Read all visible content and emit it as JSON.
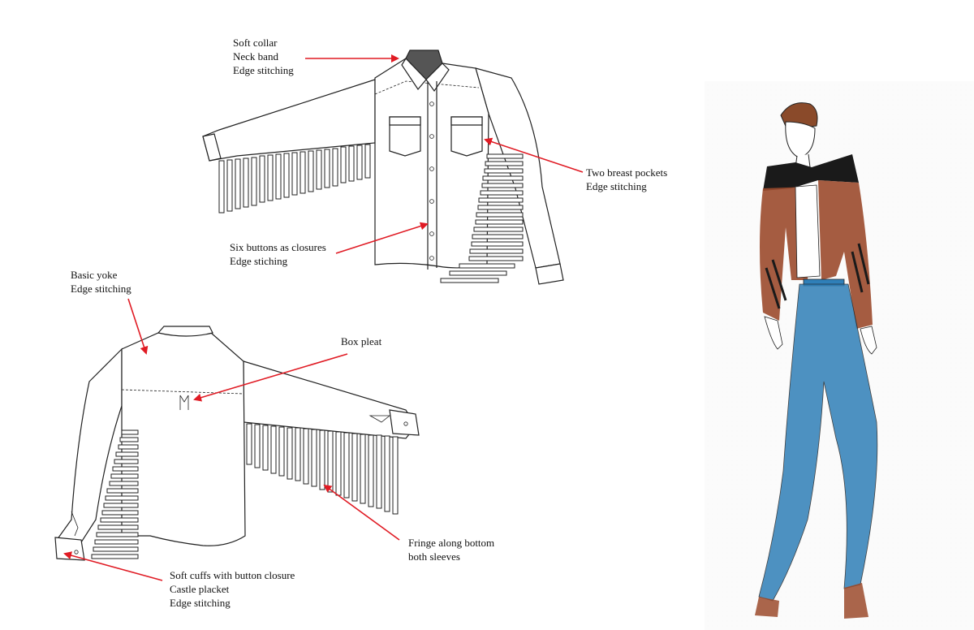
{
  "colors": {
    "arrow": "#e01b24",
    "line": "#222222",
    "leather": "#9b4a2c",
    "denim": "#2f7fb8",
    "black": "#1a1a1a"
  },
  "annotations": {
    "collar": [
      "Soft collar",
      "Neck band",
      "Edge stitching"
    ],
    "pockets": [
      "Two breast pockets",
      "Edge stitching"
    ],
    "buttons": [
      "Six buttons as closures",
      "Edge stiching"
    ],
    "yoke": [
      "Basic yoke",
      "Edge stitching"
    ],
    "pleat": [
      "Box pleat"
    ],
    "fringe": [
      "Fringe along bottom",
      "both sleeves"
    ],
    "cuffs": [
      "Soft cuffs with button closure",
      "Castle placket",
      "Edge stitching"
    ]
  }
}
